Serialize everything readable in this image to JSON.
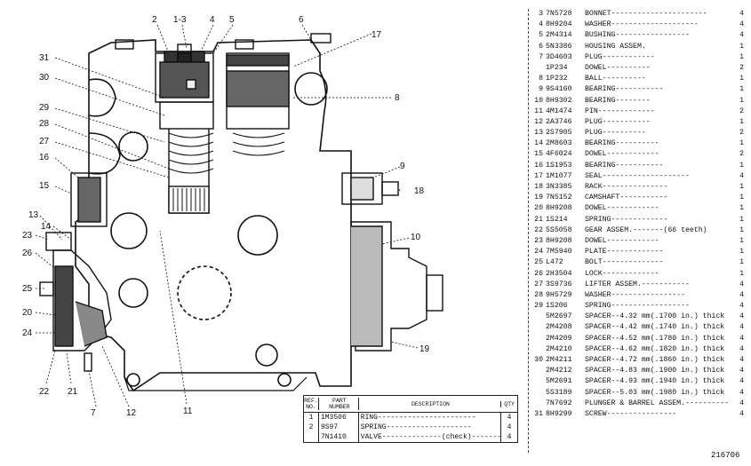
{
  "callouts": [
    "2",
    "1-3",
    "4",
    "5",
    "6",
    "17",
    "31",
    "30",
    "8",
    "29",
    "28",
    "27",
    "16",
    "9",
    "15",
    "18",
    "13",
    "14",
    "23",
    "10",
    "26",
    "25",
    "20",
    "24",
    "19",
    "22",
    "21",
    "7",
    "12",
    "11"
  ],
  "parts_list": [
    {
      "ref": "3",
      "pn": "7N5728",
      "desc": "BONNET----------------------",
      "qty": "4"
    },
    {
      "ref": "4",
      "pn": "8H9204",
      "desc": "WASHER--------------------",
      "qty": "4"
    },
    {
      "ref": "5",
      "pn": "2M4314",
      "desc": "BUSHING-----------------",
      "qty": "4"
    },
    {
      "ref": "6",
      "pn": "5N3386",
      "desc": "HOUSING ASSEM.",
      "qty": "1"
    },
    {
      "ref": "7",
      "pn": "3D4603",
      "desc": "   PLUG------------",
      "qty": "1"
    },
    {
      "ref": "",
      "pn": "1P234",
      "desc": "   DOWEL----------",
      "qty": "2"
    },
    {
      "ref": "8",
      "pn": "1P232",
      "desc": "   BALL----------",
      "qty": "1"
    },
    {
      "ref": "9",
      "pn": "9S4160",
      "desc": "   BEARING-----------",
      "qty": "1"
    },
    {
      "ref": "10",
      "pn": "8H9302",
      "desc": "   BEARING--------",
      "qty": "1"
    },
    {
      "ref": "11",
      "pn": "4M1474",
      "desc": "   PIN-------------",
      "qty": "2"
    },
    {
      "ref": "12",
      "pn": "2A3746",
      "desc": "   PLUG-----------",
      "qty": "1"
    },
    {
      "ref": "13",
      "pn": "2S7905",
      "desc": "   PLUG----------",
      "qty": "2"
    },
    {
      "ref": "14",
      "pn": "2M8603",
      "desc": "   BEARING----------",
      "qty": "1"
    },
    {
      "ref": "15",
      "pn": "4F6024",
      "desc": "   DOWEL------------",
      "qty": "2"
    },
    {
      "ref": "16",
      "pn": "1S1953",
      "desc": "   BEARING-----------",
      "qty": "1"
    },
    {
      "ref": "17",
      "pn": "1M1077",
      "desc": "SEAL--------------------",
      "qty": "4"
    },
    {
      "ref": "18",
      "pn": "3N3385",
      "desc": "RACK---------------",
      "qty": "1"
    },
    {
      "ref": "19",
      "pn": "7N5152",
      "desc": "CAMSHAFT-----------",
      "qty": "1"
    },
    {
      "ref": "20",
      "pn": "8H9208",
      "desc": "   DOWEL------------",
      "qty": "1"
    },
    {
      "ref": "21",
      "pn": "1S214",
      "desc": "SPRING-------------",
      "qty": "1"
    },
    {
      "ref": "22",
      "pn": "5S5058",
      "desc": "GEAR ASSEM.-------(66 teeth)",
      "qty": "1"
    },
    {
      "ref": "23",
      "pn": "8H9208",
      "desc": "   DOWEL------------",
      "qty": "1"
    },
    {
      "ref": "24",
      "pn": "7M5940",
      "desc": "PLATE-------------",
      "qty": "1"
    },
    {
      "ref": "25",
      "pn": "L472",
      "desc": "BOLT--------------",
      "qty": "1"
    },
    {
      "ref": "26",
      "pn": "2H3504",
      "desc": "LOCK-------------",
      "qty": "1"
    },
    {
      "ref": "27",
      "pn": "3S9736",
      "desc": "LIFTER ASSEM.-----------",
      "qty": "4"
    },
    {
      "ref": "28",
      "pn": "9H5729",
      "desc": "WASHER-----------------",
      "qty": "4"
    },
    {
      "ref": "29",
      "pn": "1S206",
      "desc": "SPRING------------------",
      "qty": "4"
    },
    {
      "ref": "",
      "pn": "5M2697",
      "desc": "SPACER--4.32 mm(.1700 in.) thick",
      "qty": "4"
    },
    {
      "ref": "",
      "pn": "2M4208",
      "desc": "SPACER--4.42 mm(.1740 in.) thick",
      "qty": "4"
    },
    {
      "ref": "",
      "pn": "2M4209",
      "desc": "SPACER--4.52 mm(.1780 in.) thick",
      "qty": "4"
    },
    {
      "ref": "",
      "pn": "2M4210",
      "desc": "SPACER--4.62 mm(.1820 in.) thick",
      "qty": "4"
    },
    {
      "ref": "30",
      "pn": "2M4211",
      "desc": "SPACER--4.72 mm(.1860 in.) thick",
      "qty": "4"
    },
    {
      "ref": "",
      "pn": "2M4212",
      "desc": "SPACER--4.83 mm(.1900 in.) thick",
      "qty": "4"
    },
    {
      "ref": "",
      "pn": "5M2691",
      "desc": "SPACER--4.93 mm(.1940 in.) thick",
      "qty": "4"
    },
    {
      "ref": "",
      "pn": "5S3189",
      "desc": "SPACER--5.03 mm(.1980 in.) thick",
      "qty": "4"
    },
    {
      "ref": "",
      "pn": "7N7692",
      "desc": "PLUNGER & BARREL ASSEM.----------",
      "qty": "4"
    },
    {
      "ref": "31",
      "pn": "8H9299",
      "desc": "     SCREW----------------",
      "qty": "4"
    }
  ],
  "small_table": {
    "headers": {
      "ref": "REF. NO.",
      "pn": "PART NUMBER",
      "desc": "DESCRIPTION",
      "qty": "QTY"
    },
    "rows": [
      {
        "ref": "1",
        "pn": "1M3506",
        "desc": "RING-----------------------",
        "qty": "4"
      },
      {
        "ref": "2",
        "pn": "9S97",
        "desc": "SPRING--------------------",
        "qty": "4"
      },
      {
        "ref": "",
        "pn": "7N1410",
        "desc": "VALVE--------------(check)---------",
        "qty": "4"
      }
    ]
  },
  "figure_number": "216706"
}
